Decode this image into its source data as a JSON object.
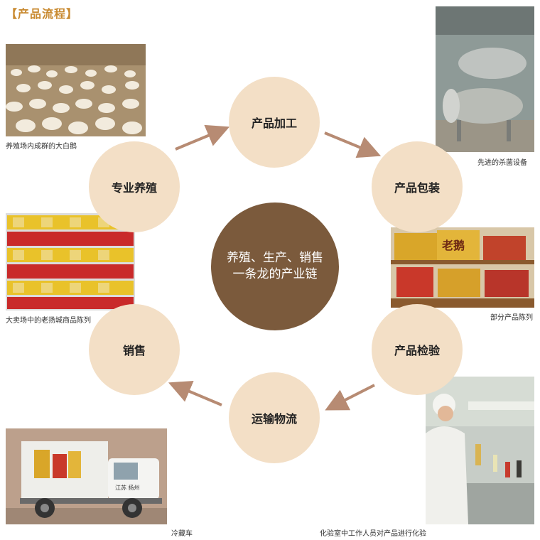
{
  "title": "【产品流程】",
  "center": {
    "line1": "养殖、生产、销售",
    "line2": "一条龙的产业链"
  },
  "steps": {
    "processing": "产品加工",
    "packaging": "产品包装",
    "inspection": "产品检验",
    "logistics": "运输物流",
    "sales": "销售",
    "breeding": "专业养殖"
  },
  "captions": {
    "geese": "养殖场内成群的大白鹅",
    "sterilizer": "先进的杀菌设备",
    "shelves": "大卖场中的老扬城商品陈列",
    "products": "部分产品陈列",
    "truck": "冷藏车",
    "lab": "化验室中工作人员对产品进行化验"
  },
  "truck_text": "江苏 扬州",
  "box_text": "老鹅",
  "colors": {
    "circle": "#f3dfc6",
    "center": "#7b5a3c",
    "arrow": "#b78b73",
    "title": "#c8892f"
  }
}
